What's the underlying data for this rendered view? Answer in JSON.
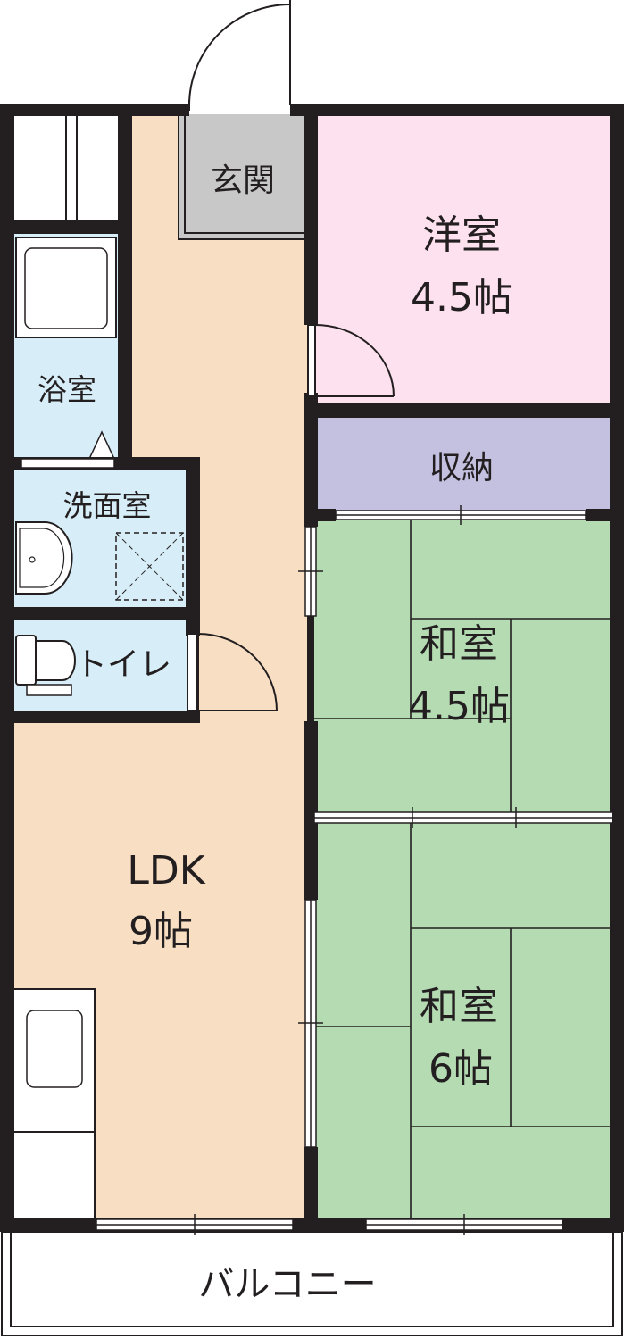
{
  "colors": {
    "wall": "#231f20",
    "ldk": "#f8dfc4",
    "genkan": "#c8c8c8",
    "yoshitsu": "#fde1ef",
    "shuno": "#c3c0e0",
    "washitsu": "#b5dbb3",
    "wet_area": "#d7eef8",
    "fixture": "#ffffff"
  },
  "icons": [
    "door-swing-icon",
    "unit-bath-icon",
    "washbasin-icon",
    "washing-machine-pan-icon",
    "toilet-icon",
    "kitchen-sink-icon",
    "sliding-door-icon",
    "tatami-mat-icon"
  ],
  "rooms": {
    "genkan": {
      "name": "玄関"
    },
    "yoshitsu": {
      "name": "洋室",
      "size": "4.5帖"
    },
    "shuno": {
      "name": "収納"
    },
    "bath": {
      "name": "浴室"
    },
    "washroom": {
      "name": "洗面室"
    },
    "toilet": {
      "name": "トイレ"
    },
    "ldk": {
      "name": "LDK",
      "size": "9帖"
    },
    "washitsu1": {
      "name": "和室",
      "size": "4.5帖"
    },
    "washitsu2": {
      "name": "和室",
      "size": "6帖"
    },
    "balcony": {
      "name": "バルコニー"
    }
  }
}
